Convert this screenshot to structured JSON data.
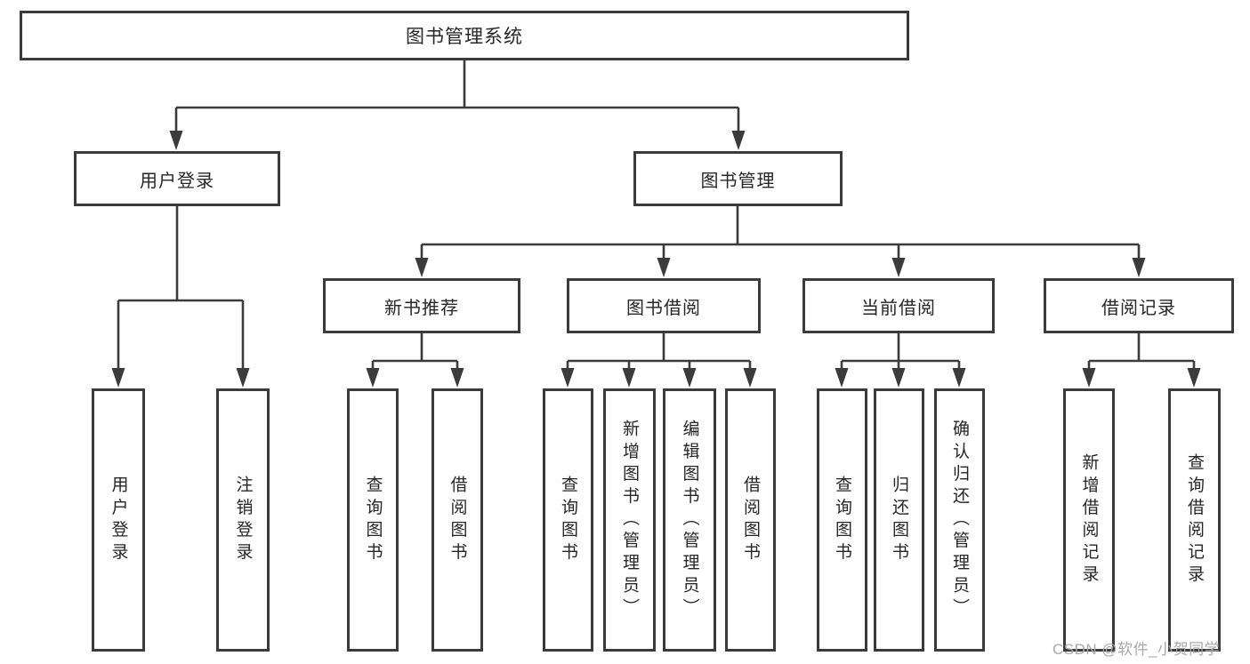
{
  "diagram": {
    "type": "hierarchy",
    "root": {
      "label": "图书管理系统"
    },
    "branches": [
      {
        "id": "user-login",
        "label": "用户登录",
        "children": [
          {
            "label": "用户登录"
          },
          {
            "label": "注销登录"
          }
        ]
      },
      {
        "id": "book-management",
        "label": "图书管理",
        "children": [
          {
            "id": "new-book-recommend",
            "label": "新书推荐",
            "children": [
              {
                "label": "查询图书"
              },
              {
                "label": "借阅图书"
              }
            ]
          },
          {
            "id": "book-borrowing",
            "label": "图书借阅",
            "children": [
              {
                "label": "查询图书"
              },
              {
                "label": "新增图书（管理员）"
              },
              {
                "label": "编辑图书（管理员）"
              },
              {
                "label": "借阅图书"
              }
            ]
          },
          {
            "id": "current-borrowing",
            "label": "当前借阅",
            "children": [
              {
                "label": "查询图书"
              },
              {
                "label": "归还图书"
              },
              {
                "label": "确认归还（管理员）"
              }
            ]
          },
          {
            "id": "borrowing-records",
            "label": "借阅记录",
            "children": [
              {
                "label": "新增借阅记录"
              },
              {
                "label": "查询借阅记录"
              }
            ]
          }
        ]
      }
    ]
  },
  "colors": {
    "line": "#3b3b3b",
    "text": "#262626",
    "watermark": "#a8a8a8",
    "background": "#ffffff"
  },
  "watermark": "CSDN @软件_小贺同学"
}
